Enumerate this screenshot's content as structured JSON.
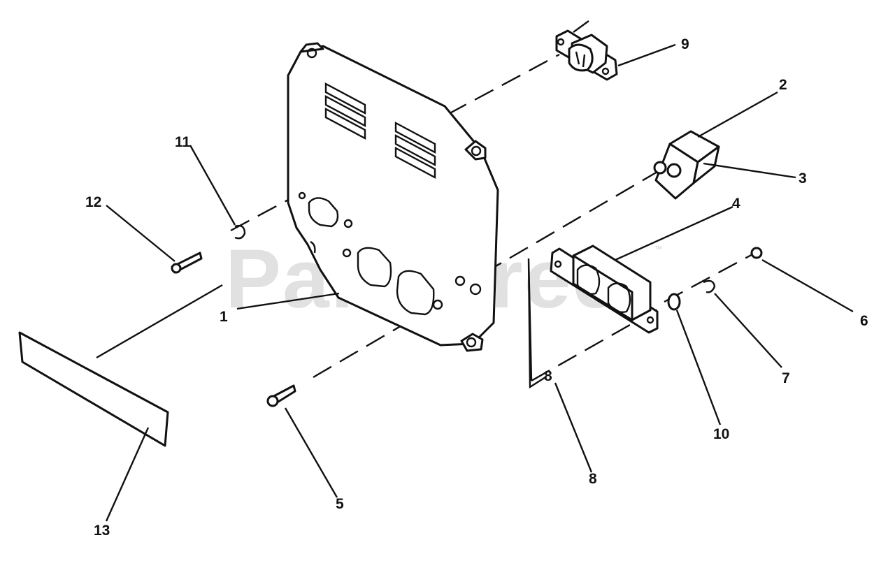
{
  "diagram": {
    "callouts": [
      {
        "id": "1",
        "label": "1"
      },
      {
        "id": "2",
        "label": "2"
      },
      {
        "id": "3",
        "label": "3"
      },
      {
        "id": "4",
        "label": "4"
      },
      {
        "id": "5",
        "label": "5"
      },
      {
        "id": "6",
        "label": "6"
      },
      {
        "id": "7",
        "label": "7"
      },
      {
        "id": "8a",
        "label": "8"
      },
      {
        "id": "8b",
        "label": "8"
      },
      {
        "id": "9",
        "label": "9"
      },
      {
        "id": "10",
        "label": "10"
      },
      {
        "id": "11",
        "label": "11"
      },
      {
        "id": "12",
        "label": "12"
      },
      {
        "id": "13",
        "label": "13"
      }
    ]
  },
  "watermark": {
    "text": "PartsTree",
    "tm": "™"
  }
}
